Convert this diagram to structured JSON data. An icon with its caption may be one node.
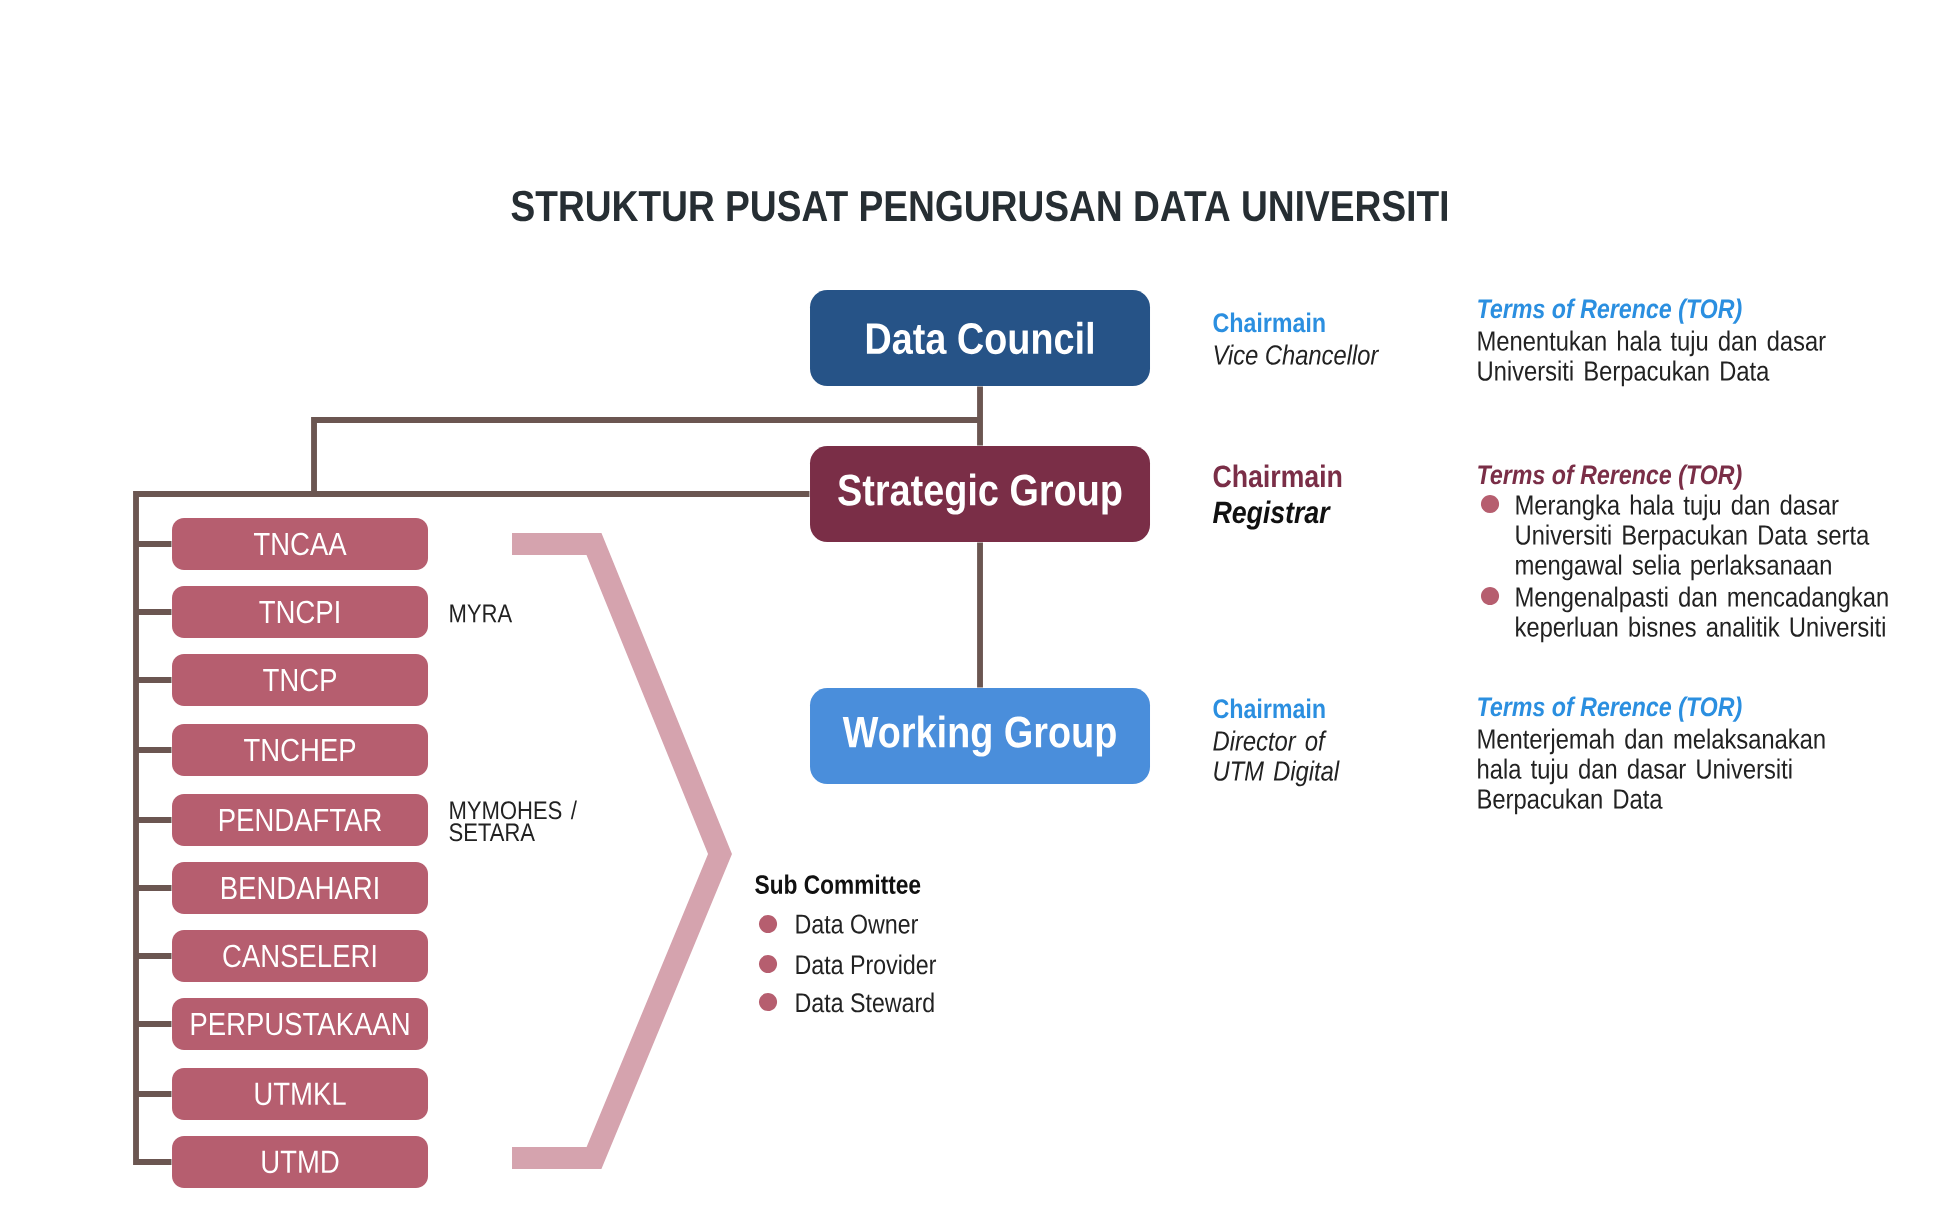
{
  "diagram": {
    "title": "STRUKTUR PUSAT PENGURUSAN DATA UNIVERSITI",
    "nodes": [
      {
        "text": [
          "Data Council"
        ],
        "beside": [
          "Chairmain",
          "Vice Chancellor",
          "Terms of Rerence (TOR)",
          "Menentukan hala tuju dan dasar Universiti Berpacukan Data"
        ]
      },
      {
        "text": [
          "Strategic Group"
        ],
        "beside": [
          "Chairmain",
          "Registrar",
          "Terms of Rerence (TOR)",
          "Merangka hala tuju dan dasar Universiti Berpacukan Data serta mengawal selia perlaksanaan",
          "Mengenalpasti dan mencadangkan keperluan bisnes analitik Universiti"
        ]
      },
      {
        "text": [
          "Working Group"
        ],
        "beside": [
          "Chairmain",
          "Director of UTM Digital",
          "Terms of Rerence (TOR)",
          "Menterjemah dan melaksanakan hala tuju dan dasar Universiti Berpacukan Data"
        ]
      },
      {
        "text": [
          "TNCAA"
        ]
      },
      {
        "text": [
          "TNCPI"
        ],
        "beside": [
          "MYRA"
        ]
      },
      {
        "text": [
          "TNCP"
        ]
      },
      {
        "text": [
          "TNCHEP"
        ]
      },
      {
        "text": [
          "PENDAFTAR"
        ],
        "beside": [
          "MYMOHES / SETARA"
        ]
      },
      {
        "text": [
          "BENDAHARI"
        ]
      },
      {
        "text": [
          "CANSELERI"
        ]
      },
      {
        "text": [
          "PERPUSTAKAAN"
        ]
      },
      {
        "text": [
          "UTMKL"
        ]
      },
      {
        "text": [
          "UTMD"
        ]
      }
    ],
    "edges": [
      {
        "from": 0,
        "to": 1,
        "arrow": "none"
      },
      {
        "from": 1,
        "to": 2,
        "arrow": "none"
      },
      {
        "from": 1,
        "to": 3,
        "arrow": "none"
      },
      {
        "from": 1,
        "to": 4,
        "arrow": "none"
      },
      {
        "from": 1,
        "to": 5,
        "arrow": "none"
      },
      {
        "from": 1,
        "to": 6,
        "arrow": "none"
      },
      {
        "from": 1,
        "to": 7,
        "arrow": "none"
      },
      {
        "from": 1,
        "to": 8,
        "arrow": "none"
      },
      {
        "from": 1,
        "to": 9,
        "arrow": "none"
      },
      {
        "from": 1,
        "to": 10,
        "arrow": "none"
      },
      {
        "from": 1,
        "to": 11,
        "arrow": "none"
      },
      {
        "from": 1,
        "to": 12,
        "arrow": "none"
      },
      {
        "from": 0,
        "to": 3,
        "arrow": "none"
      },
      {
        "from": 0,
        "to": 4,
        "arrow": "none"
      },
      {
        "from": 0,
        "to": 5,
        "arrow": "none"
      },
      {
        "from": 0,
        "to": 6,
        "arrow": "none"
      },
      {
        "from": 0,
        "to": 7,
        "arrow": "none"
      },
      {
        "from": 0,
        "to": 8,
        "arrow": "none"
      },
      {
        "from": 0,
        "to": 9,
        "arrow": "none"
      },
      {
        "from": 0,
        "to": 10,
        "arrow": "none"
      },
      {
        "from": 0,
        "to": 11,
        "arrow": "none"
      },
      {
        "from": 0,
        "to": 12,
        "arrow": "none"
      }
    ],
    "labels": [
      "Sub Committee",
      "Data Owner",
      "Data Provider",
      "Data Steward"
    ]
  }
}
